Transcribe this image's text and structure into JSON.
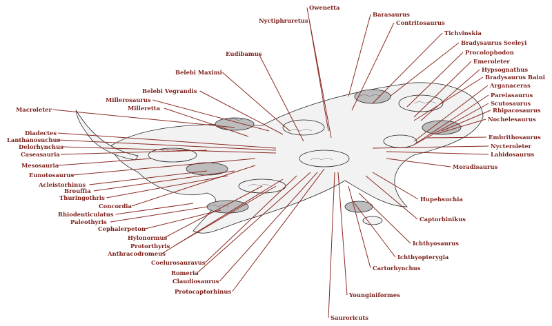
{
  "colors": {
    "label": "#7a1f1a",
    "leader": "#8a2a22",
    "ink": "#222222"
  },
  "labels": [
    "Owenetta",
    "Barasaurus",
    "Nyctiphruretus",
    "Contritosaurus",
    "Tichvinskia",
    "Bradysaurus Seeleyi",
    "Eudibamus",
    "Procolophodon",
    "Emeroleter",
    "Hypsognathus",
    "Bradysaurus Baini",
    "Belebi Maximi",
    "Arganaceras",
    "Pareiasaurus",
    "Belebi Vegrandis",
    "Scutosaurus",
    "Millerosaurus",
    "Macroleter",
    "Milleretta",
    "Rhipacosaurus",
    "Nochelesaurus",
    "Diadectes",
    "Lanthanosuchus",
    "Embrithosaurus",
    "Delorhynchus",
    "Caseasauria",
    "Nycteroleter",
    "Labidosaurus",
    "Mesosauria",
    "Moradisaurus",
    "Eunotosaurus",
    "Acleistorhinus",
    "Brouffia",
    "Thuringothris",
    "Concordia",
    "Hupehsuchia",
    "Rhiodenticulatus",
    "Paleothyris",
    "Cephalerpeton",
    "Captorhinikus",
    "Hylonormus",
    "Protorthyris",
    "Ichthyosaurus",
    "Anthracodromeus",
    "Ichthyopterygia",
    "Coelurosauravus",
    "Cartorhynchus",
    "Romeria",
    "Claudiosaurus",
    "Younginiformes",
    "Protocaptorhinus",
    "Sauroricuts"
  ]
}
